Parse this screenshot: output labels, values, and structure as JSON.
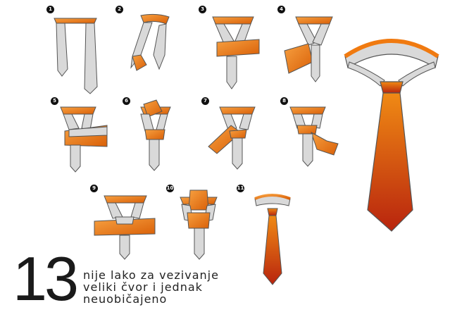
{
  "colors": {
    "orange": "#f07a10",
    "orange_dark": "#c85a08",
    "gray_fill": "#d9d9d9",
    "gray_stroke": "#555555",
    "tie_top": "#f08a14",
    "tie_bottom": "#b8240e"
  },
  "steps": [
    {
      "num": "1"
    },
    {
      "num": "2"
    },
    {
      "num": "3"
    },
    {
      "num": "4"
    },
    {
      "num": "5"
    },
    {
      "num": "6"
    },
    {
      "num": "7"
    },
    {
      "num": "8"
    },
    {
      "num": "9"
    },
    {
      "num": "10"
    },
    {
      "num": "11"
    }
  ],
  "caption": {
    "number": "13",
    "line1": "nije lako za vezivanje",
    "line2": "veliki čvor i jednak",
    "line3": "neuobičajeno"
  }
}
